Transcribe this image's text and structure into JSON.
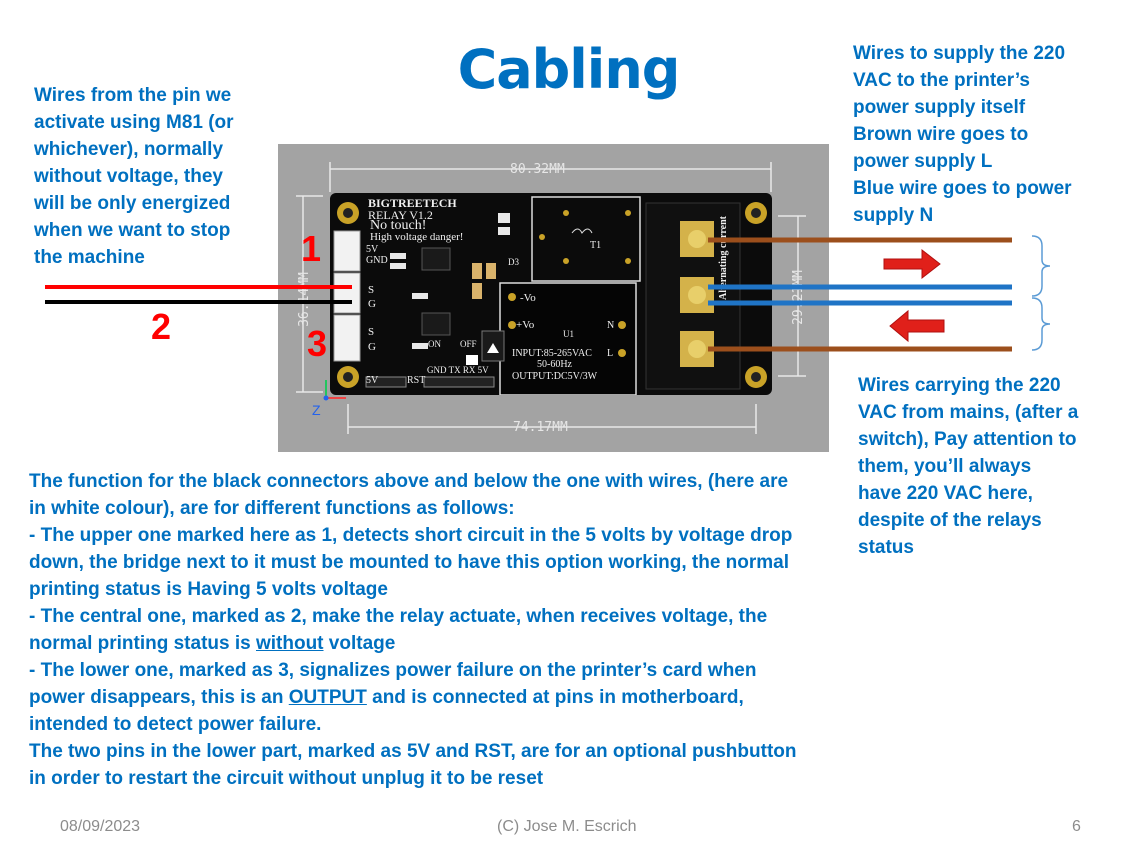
{
  "slide": {
    "title": "Cabling",
    "footer_date": "08/09/2023",
    "footer_author": "(C) Jose M. Escrich",
    "footer_page": "6"
  },
  "notes": {
    "left_top": [
      "Wires from the pin we",
      "activate using M81 (or",
      "whichever), normally",
      "without voltage, they",
      "will be only energized",
      "when we want to stop",
      "the machine"
    ],
    "right_top": [
      "Wires to supply the 220",
      "VAC to the printer’s",
      "power supply itself",
      "Brown wire goes to",
      "power supply L",
      "Blue wire goes to power",
      "supply N"
    ],
    "right_bottom": [
      "Wires carrying the 220",
      "VAC from mains, (after a",
      "switch), Pay attention to",
      "them, you’ll always",
      "have 220 VAC here,",
      "despite of the relays",
      "status"
    ],
    "bottom": {
      "l1": "The function for the black connectors above and below the one with wires, (here are",
      "l2": "in white colour), are for different functions as follows:",
      "l3": "- The upper one marked here as 1, detects short circuit in the 5 volts by voltage drop",
      "l4": "down, the bridge next to it must be mounted to have this option working, the normal",
      "l5": "printing status is Having 5 volts voltage",
      "l6": "- The central one, marked as 2, make the relay actuate, when receives voltage, the",
      "l7a": "normal printing status is ",
      "l7u": "without",
      "l7b": " voltage",
      "l8": "- The lower one, marked as 3, signalizes power failure on the printer’s card when",
      "l9a": "power disappears, this is an ",
      "l9u": "OUTPUT",
      "l9b": " and is connected at pins in motherboard,",
      "l10": "intended to detect power failure.",
      "l11": "The two pins in the lower part, marked as 5V and RST, are for an optional pushbutton",
      "l12": "in order to restart the circuit without unplug it to be reset"
    }
  },
  "markers": {
    "m1": "1",
    "m2": "2",
    "m3": "3"
  },
  "board": {
    "dim_top": "80.32MM",
    "dim_bottom": "74.17MM",
    "dim_left": "36.14MM",
    "dim_right": "29.21MM",
    "brand": "BIGTREETECH",
    "model": "RELAY V1.2",
    "warn1": "No touch!",
    "warn2": "High voltage danger!",
    "psu_in": "INPUT:85-265VAC",
    "psu_freq": "50-60Hz",
    "psu_out": "OUTPUT:DC5V/3W",
    "psu_neg": "-Vo",
    "psu_pos": "+Vo",
    "psu_u1": "U1",
    "psu_n": "N",
    "psu_l": "L",
    "pin_5v": "5V",
    "pin_rst": "RST",
    "pin_gnd": "GND",
    "pin_s1": "S",
    "pin_g1": "G",
    "pin_s2": "S",
    "pin_g2": "G",
    "hdr_5v": "5V",
    "hdr_gnd": "GND",
    "bottom_hdr": "GND TX RX 5V",
    "side_label": "Alternating current",
    "axis_z": "Z",
    "t1": "T1",
    "d3": "D3",
    "on": "ON",
    "off": "OFF"
  },
  "colors": {
    "accent_blue": "#0070c0",
    "marker_red": "#ff0000",
    "wire_brown": "#9c4f1c",
    "wire_blue": "#1f74c6",
    "wire_red": "#ff0000",
    "wire_black": "#000000",
    "footer_gray": "#8c8c8c"
  }
}
